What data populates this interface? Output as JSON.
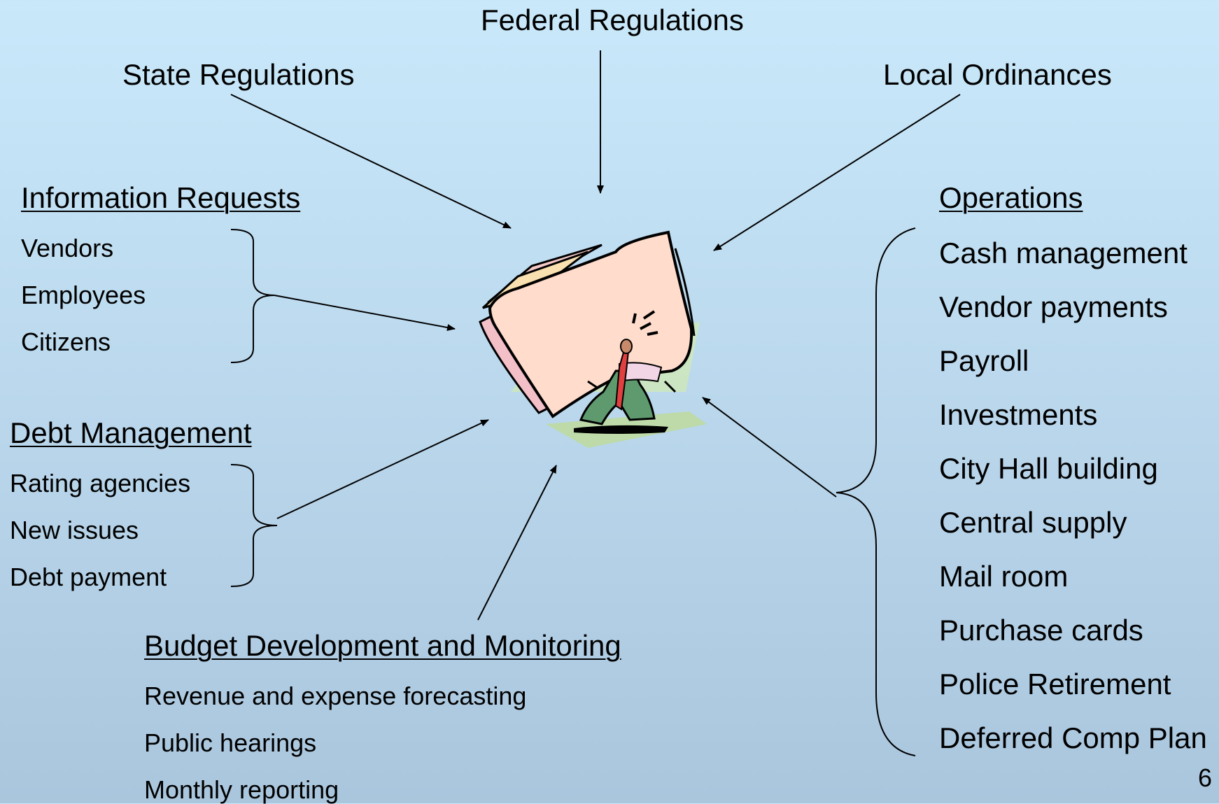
{
  "top_labels": {
    "federal": "Federal Regulations",
    "state": "State Regulations",
    "local": "Local Ordinances"
  },
  "information_requests": {
    "heading": "Information Requests",
    "items": [
      "Vendors",
      "Employees",
      "Citizens"
    ]
  },
  "debt_management": {
    "heading": "Debt Management",
    "items": [
      "Rating agencies",
      "New issues",
      "Debt payment"
    ]
  },
  "budget": {
    "heading": "Budget Development and Monitoring",
    "items": [
      "Revenue and expense forecasting",
      "Public hearings",
      "Monthly reporting"
    ]
  },
  "operations": {
    "heading": "Operations",
    "items": [
      "Cash management",
      "Vendor payments",
      "Payroll",
      "Investments",
      "City Hall building",
      "Central supply",
      "Mail room",
      "Purchase cards",
      "Police Retirement",
      "Deferred Comp Plan"
    ]
  },
  "page_number": "6",
  "central_image": "clipart-person-buried-under-papers"
}
